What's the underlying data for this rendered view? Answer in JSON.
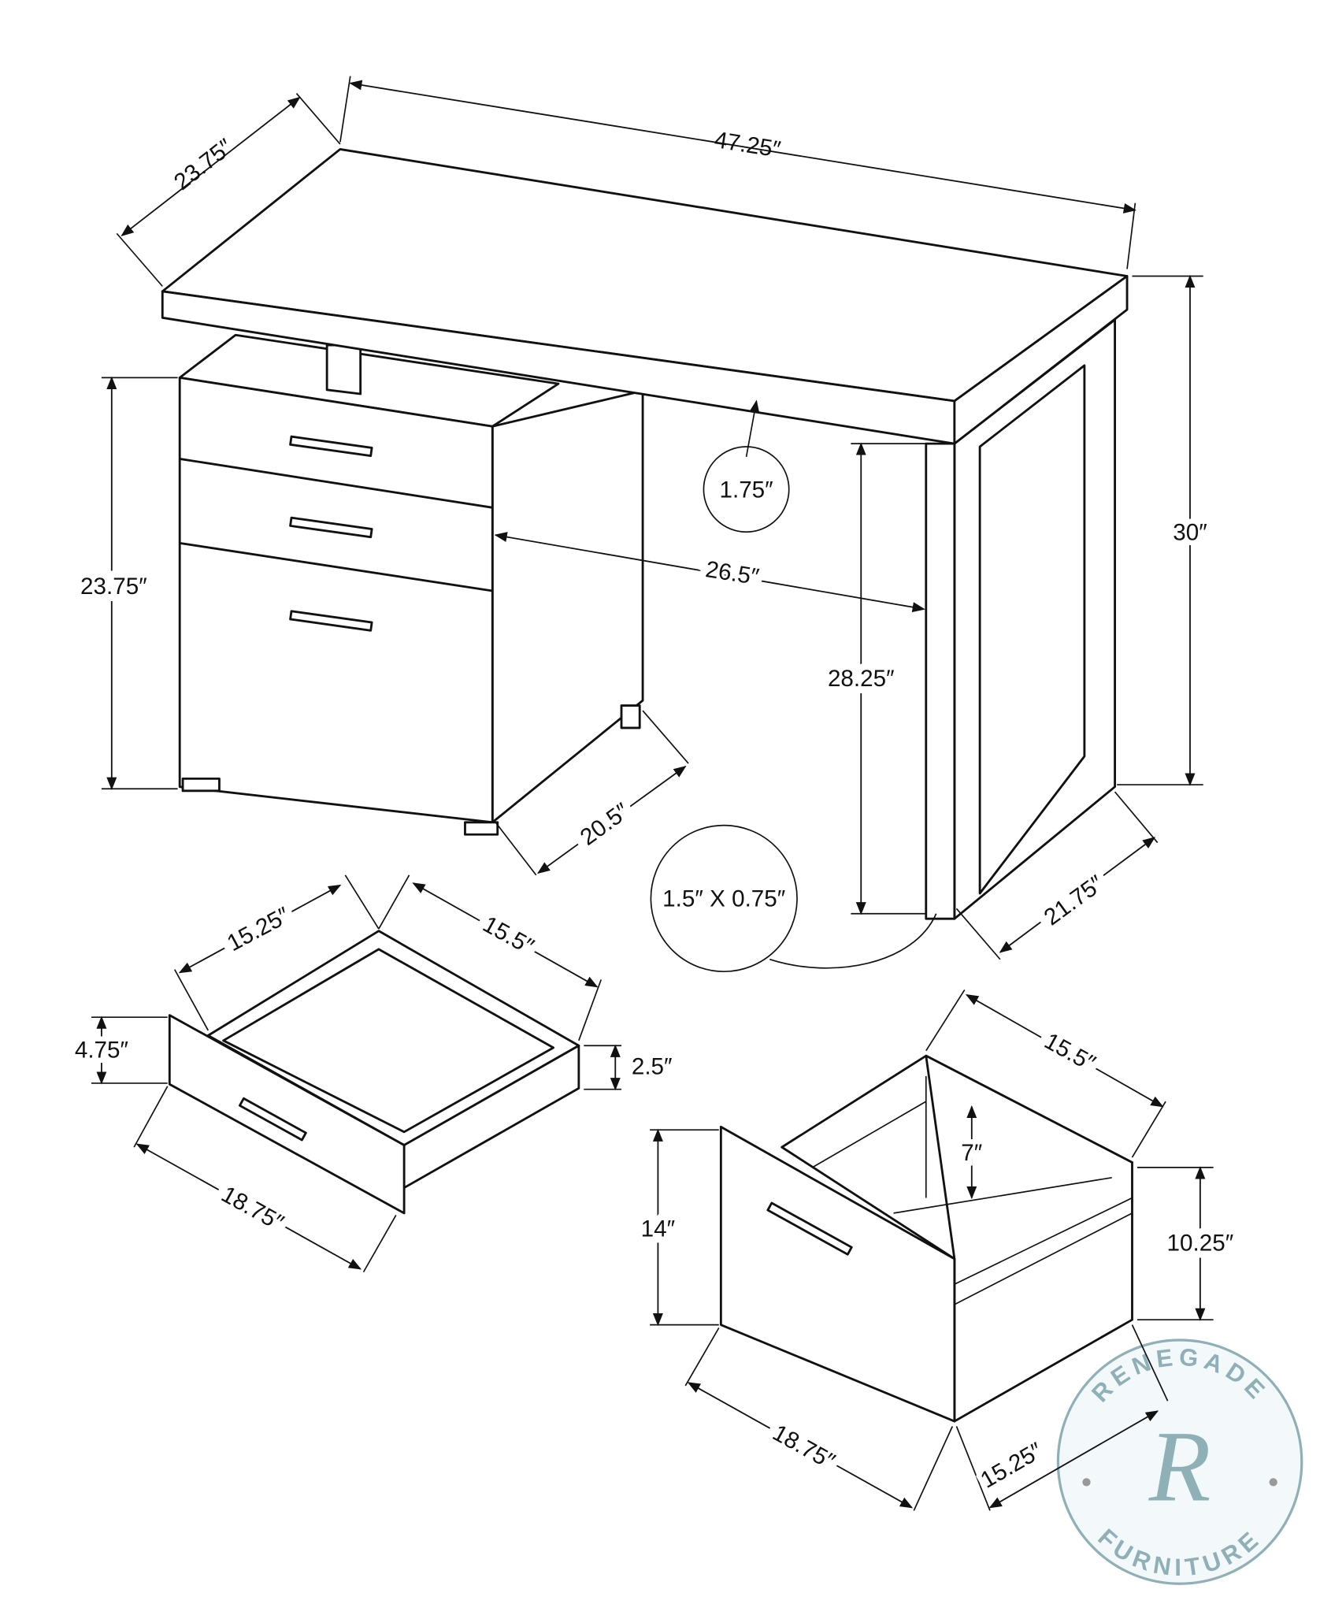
{
  "labels": {
    "desk_width": "47.25″",
    "desk_depth": "23.75″",
    "desk_height": "30″",
    "cabinet_height": "23.75″",
    "top_thickness": "1.75″",
    "knee_width": "26.5″",
    "knee_height": "28.25″",
    "cabinet_depth": "20.5″",
    "leg_depth": "21.75″",
    "leg_profile": "1.5″ X 0.75″",
    "drawer_inner_width": "15.25″",
    "drawer_inner_depth": "15.5″",
    "drawer_front_height": "4.75″",
    "drawer_inner_height": "2.5″",
    "drawer_front_width": "18.75″",
    "file_depth": "15.5″",
    "file_rail_height": "7″",
    "file_front_height": "14″",
    "file_inner_height": "10.25″",
    "file_front_width": "18.75″",
    "file_inner_width": "15.25″"
  },
  "watermark": {
    "top": "RENEGADE",
    "bottom": "FURNITURE",
    "letter": "R",
    "color": "#8fb0b6"
  }
}
